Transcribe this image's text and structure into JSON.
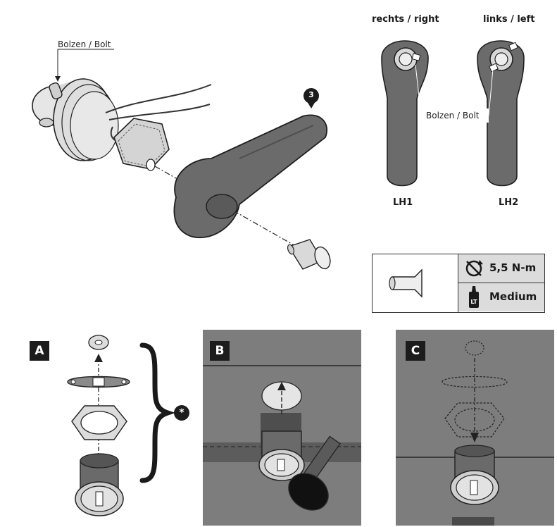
{
  "labels": {
    "bolt_top": "Bolzen / Bolt",
    "bolt_right": "Bolzen / Bolt",
    "right": "rechts / right",
    "left": "links / left",
    "lh1": "LH1",
    "lh2": "LH2",
    "callout_3": "3",
    "callout_star": "*"
  },
  "spec": {
    "torque": "5,5 N-m",
    "threadlocker": "Medium",
    "threadlocker_icon_letters": "LT"
  },
  "panels": {
    "a": "A",
    "b": "B",
    "c": "C"
  }
}
